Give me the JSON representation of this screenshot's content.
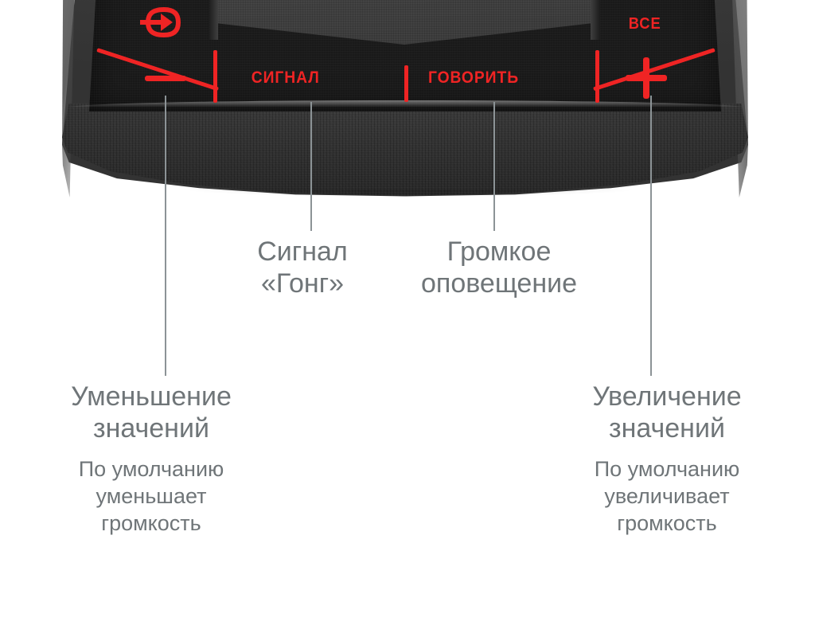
{
  "device": {
    "name": "intercom-control-panel",
    "colors": {
      "silkscreen_red": "#ef2424",
      "panel_dark": "#191919",
      "chassis_gray": "#3b3b3b",
      "base_bezel": "#2e2e2e",
      "annotation_gray": "#6f7578",
      "leader_line": "#8c9396",
      "background": "#ffffff"
    },
    "silkscreen": {
      "signal_label": "СИГНАЛ",
      "talk_label": "ГОВОРИТЬ",
      "all_label": "ВСЕ",
      "minus_glyph": "minus-icon",
      "plus_glyph": "plus-icon",
      "exit_glyph": "exit-arrow-icon"
    }
  },
  "annotations": [
    {
      "id": "minus-button",
      "heading": "Уменьшение\nзначений",
      "heading_line1": "Уменьшение",
      "heading_line2": "значений",
      "sub": "По умолчанию уменьшает громкость"
    },
    {
      "id": "signal-button",
      "heading_line1": "Сигнал",
      "heading_line2": "«Гонг»",
      "sub": ""
    },
    {
      "id": "talk-button",
      "heading_line1": "Громкое",
      "heading_line2": "оповещение",
      "sub": ""
    },
    {
      "id": "plus-button",
      "heading_line1": "Увеличение",
      "heading_line2": "значений",
      "sub": "По умолчанию увеличивает громкость"
    }
  ],
  "annotation_text": {
    "signal_l1": "Сигнал",
    "signal_l2": "«Гонг»",
    "loud_l1": "Громкое",
    "loud_l2": "оповещение",
    "minus_l1": "Уменьшение",
    "minus_l2": "значений",
    "minus_sub_l1": "По умолчанию",
    "minus_sub_l2": "уменьшает",
    "minus_sub_l3": "громкость",
    "plus_l1": "Увеличение",
    "plus_l2": "значений",
    "plus_sub_l1": "По умолчанию",
    "plus_sub_l2": "увеличивает",
    "plus_sub_l3": "громкость"
  }
}
